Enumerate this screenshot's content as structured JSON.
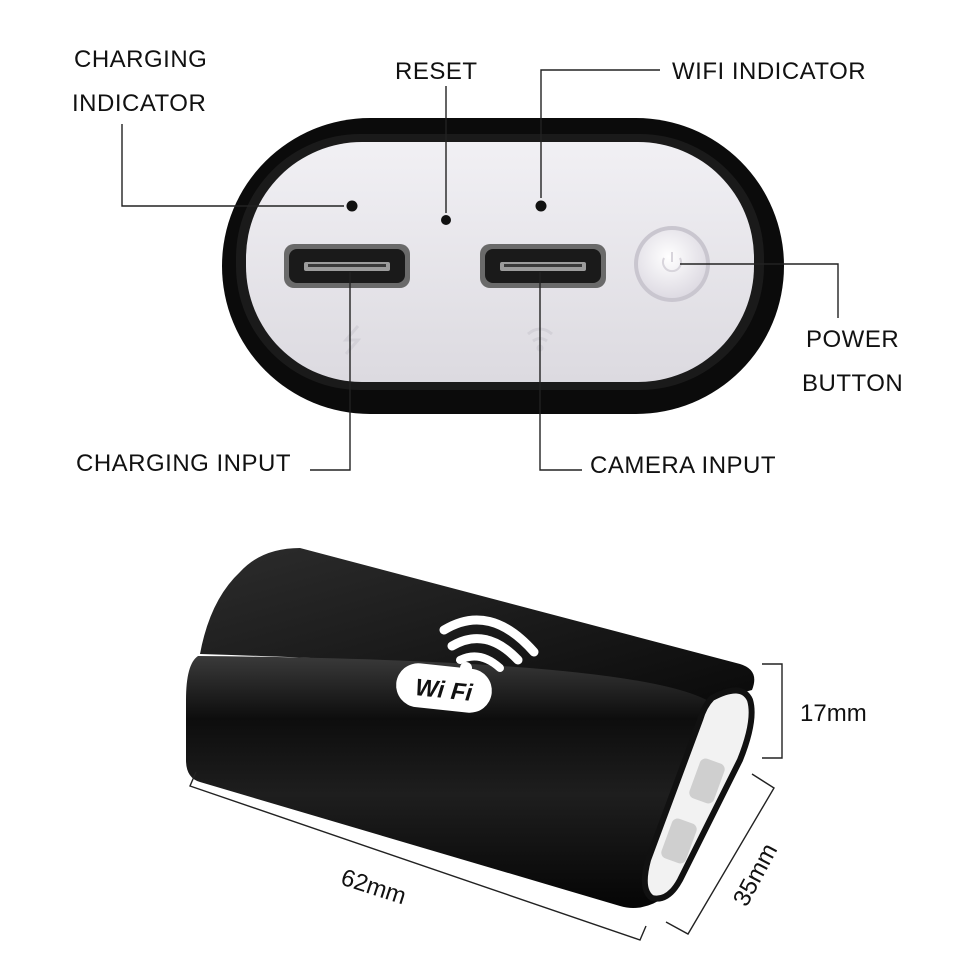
{
  "labels": {
    "charging_indicator_line1": "CHARGING",
    "charging_indicator_line2": "INDICATOR",
    "reset": "RESET",
    "wifi_indicator": "WIFI INDICATOR",
    "power_button_line1": "POWER",
    "power_button_line2": "BUTTON",
    "charging_input": "CHARGING INPUT",
    "camera_input": "CAMERA INPUT"
  },
  "device": {
    "logo_text": "Wi Fi"
  },
  "dimensions": {
    "height": "17mm",
    "length": "62mm",
    "width": "35mm"
  },
  "colors": {
    "casing": "#0b0b0b",
    "faceplate": "#e9e7ec",
    "button": "#f4f2f6",
    "leader_line": "#222222"
  }
}
